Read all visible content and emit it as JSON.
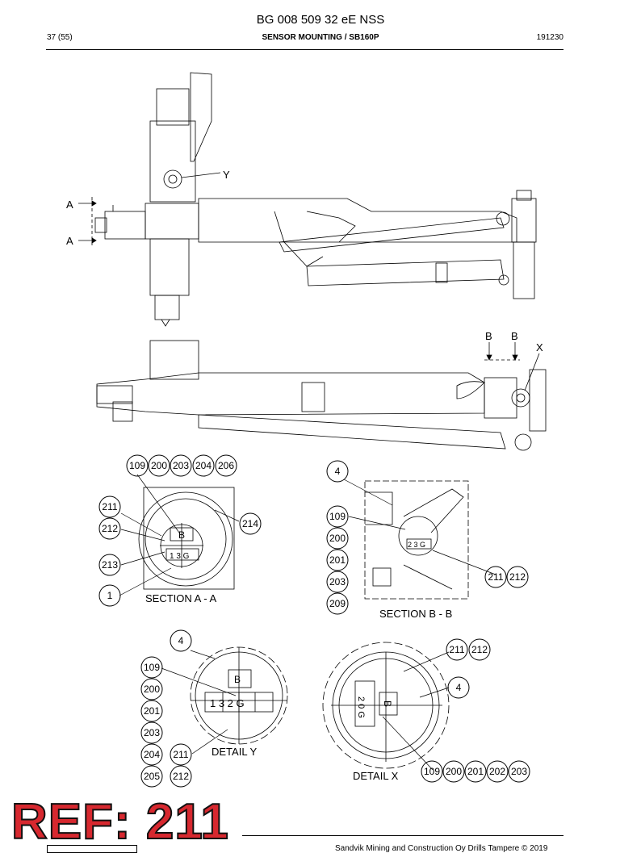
{
  "header": {
    "doc_title": "BG 008 509 32 eE NSS",
    "page": "37 (55)",
    "section": "SENSOR MOUNTING / SB160P",
    "code": "191230"
  },
  "drawing_labels": {
    "view_a_1": "A",
    "view_a_2": "A",
    "detail_y_marker": "Y",
    "view_b_1": "B",
    "view_b_2": "B",
    "detail_x_marker": "X",
    "section_aa": "SECTION A - A",
    "section_bb": "SECTION B - B",
    "detail_y": "DETAIL  Y",
    "detail_x": "DETAIL X"
  },
  "plate_marks": {
    "aa_top": "B",
    "aa_bottom": "1 3 G",
    "bb": "2 3 G",
    "y_top": "B",
    "y_bottom": "1 3 2 G",
    "x_left": "2 0 G",
    "x_right": "B"
  },
  "callouts": {
    "aa_109": "109",
    "aa_200": "200",
    "aa_203": "203",
    "aa_204": "204",
    "aa_206": "206",
    "aa_211": "211",
    "aa_212": "212",
    "aa_214": "214",
    "aa_213": "213",
    "aa_1": "1",
    "bb_4": "4",
    "bb_109": "109",
    "bb_200": "200",
    "bb_201": "201",
    "bb_203": "203",
    "bb_209": "209",
    "bb_211": "211",
    "bb_212": "212",
    "y_4": "4",
    "y_109": "109",
    "y_200": "200",
    "y_201": "201",
    "y_203": "203",
    "y_204": "204",
    "y_205": "205",
    "y_211": "211",
    "y_212": "212",
    "x_211": "211",
    "x_212": "212",
    "x_4": "4",
    "x_109": "109",
    "x_200": "200",
    "x_201": "201",
    "x_202": "202",
    "x_203": "203"
  },
  "footer": {
    "copyright": "Sandvik Mining and Construction Oy Drills Tampere © 2019"
  },
  "overlay": {
    "ref_label": "REF: 211"
  }
}
